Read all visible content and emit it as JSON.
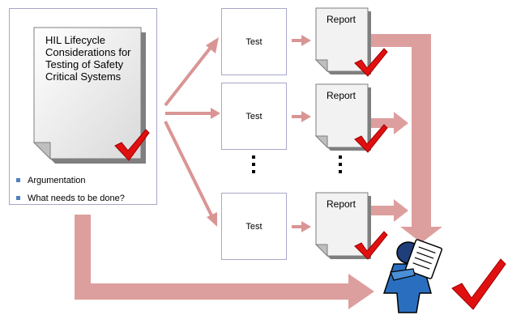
{
  "document": {
    "title": "HIL Lifecycle Considerations for Testing of Safety Critical Systems",
    "bullets": [
      "Argumentation",
      "What needs to be done?"
    ]
  },
  "tests": [
    {
      "label": "Test"
    },
    {
      "label": "Test"
    },
    {
      "label": "Test"
    }
  ],
  "reports": [
    {
      "label": "Report"
    },
    {
      "label": "Report"
    },
    {
      "label": "Report"
    }
  ],
  "colors": {
    "arrow": "#d99594",
    "check": "#e01010",
    "border": "#a7a7c8",
    "bullet": "#4f81bd"
  },
  "icons": [
    "doc-page-icon",
    "checkmark-icon",
    "reviewer-figure-icon",
    "ellipsis-dots"
  ]
}
